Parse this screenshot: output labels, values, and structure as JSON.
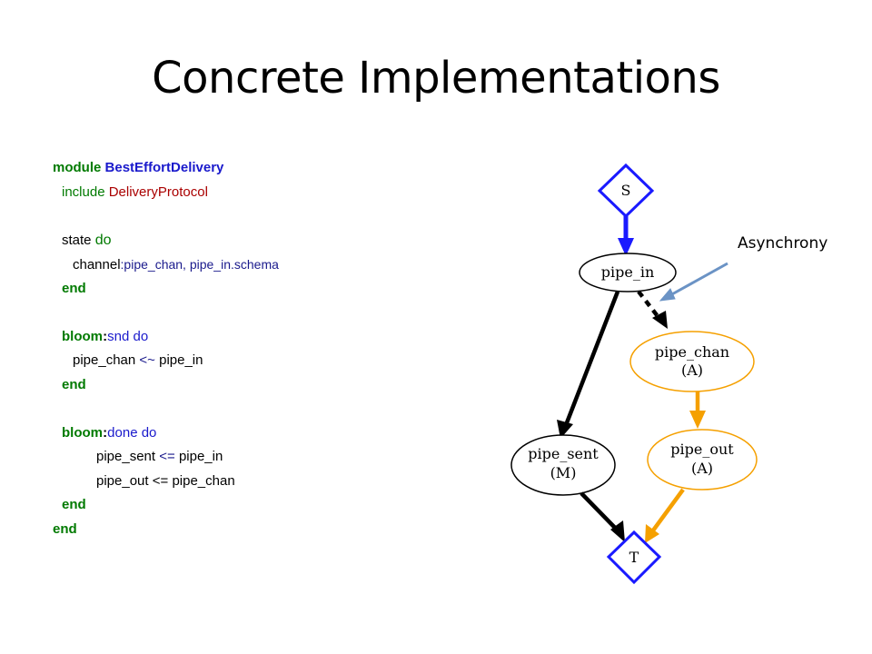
{
  "slide": {
    "title": "Concrete Implementations",
    "annotation": "Asynchrony"
  },
  "code": {
    "l1_kw": "module",
    "l1_name": "BestEffortDelivery",
    "l2_kw": "include",
    "l2_name": "DeliveryProtocol",
    "l3_kw": "state",
    "l3_do": "do",
    "l4_a": "channel",
    "l4_b": ":pipe_chan, pipe_in.schema",
    "l5": "end",
    "l6_kw": "bloom",
    "l6_colon": ":",
    "l6_name": "snd do",
    "l7_a": "pipe_chan",
    "l7_op": "<~",
    "l7_b": "pipe_in",
    "l8": "end",
    "l9_kw": "bloom",
    "l9_colon": ":",
    "l9_name": "done do",
    "l10_a": "pipe_sent",
    "l10_op": "<=",
    "l10_b": "pipe_in",
    "l11_a": "pipe_out",
    "l11_op": "<=",
    "l11_b": "pipe_chan",
    "l12": "end",
    "l13": "end"
  },
  "diagram": {
    "nodes": {
      "s": "S",
      "pipe_in": "pipe_in",
      "pipe_chan_1": "pipe_chan",
      "pipe_chan_2": "(A)",
      "pipe_sent_1": "pipe_sent",
      "pipe_sent_2": "(M)",
      "pipe_out_1": "pipe_out",
      "pipe_out_2": "(A)",
      "t": "T"
    },
    "colors": {
      "start_end": "#1a1aff",
      "async": "#f5a000",
      "black": "#000000",
      "pointer": "#6b93c5"
    }
  }
}
